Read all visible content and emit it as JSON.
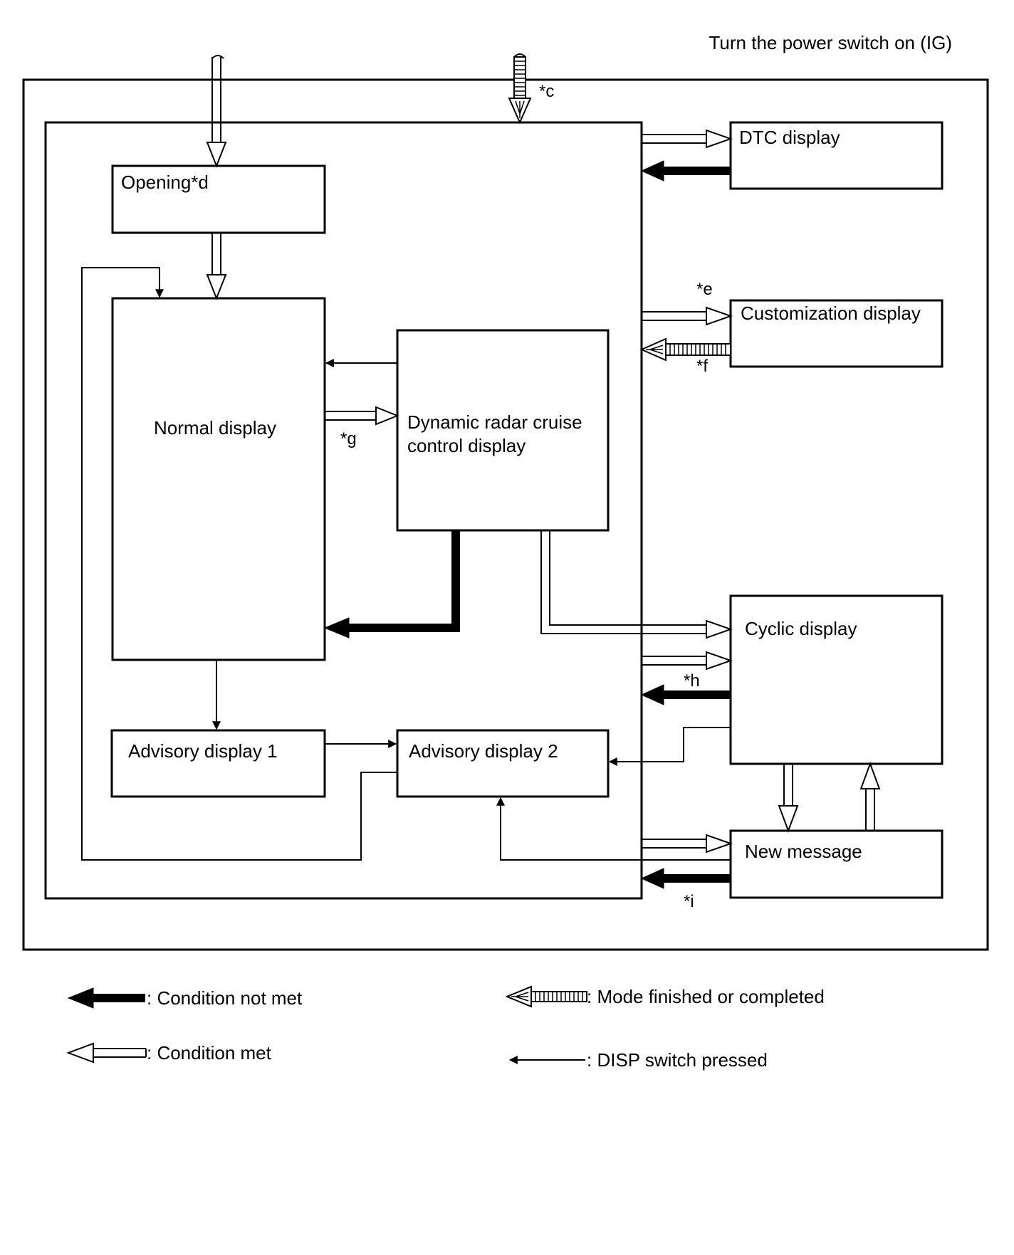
{
  "header": {
    "power_label": "Turn the power switch on (IG)"
  },
  "boxes": {
    "opening": "Opening*d",
    "normal": "Normal display",
    "drcc_line1": "Dynamic radar cruise",
    "drcc_line2": "control display",
    "advisory1": "Advisory display 1",
    "advisory2": "Advisory display 2",
    "dtc": "DTC display",
    "customization": "Customization display",
    "cyclic": "Cyclic display",
    "new_message": "New message"
  },
  "notes": {
    "c": "*c",
    "e": "*e",
    "f": "*f",
    "g": "*g",
    "h": "*h",
    "i": "*i"
  },
  "legend": {
    "not_met": ": Condition not met",
    "met": ": Condition met",
    "finished": ": Mode finished or completed",
    "disp": ": DISP switch pressed"
  }
}
